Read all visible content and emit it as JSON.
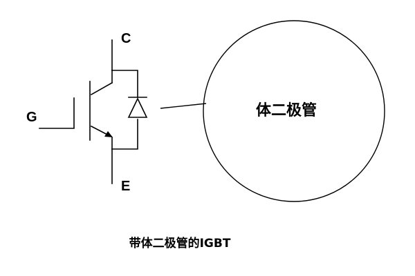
{
  "diagram": {
    "terminals": {
      "collector": "C",
      "gate": "G",
      "emitter": "E"
    },
    "callout_label": "体二极管",
    "caption": "带体二极管的IGBT"
  },
  "colors": {
    "stroke": "#000000",
    "background": "#ffffff"
  }
}
